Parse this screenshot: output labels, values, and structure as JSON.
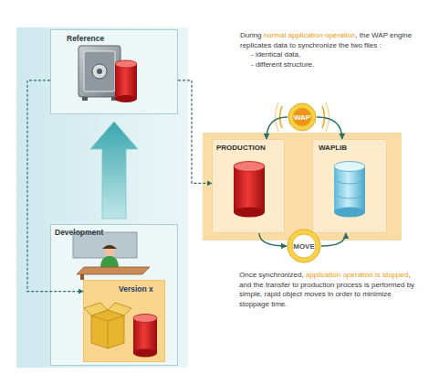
{
  "diagram": {
    "nodes": [
      {
        "text": [
          "Reference"
        ]
      },
      {
        "text": [
          "Development"
        ]
      },
      {
        "text": [
          "Version x"
        ],
        "in": 1
      },
      {
        "text": [
          "PRODUCTION"
        ]
      },
      {
        "text": [
          "WAPLIB"
        ]
      },
      {
        "text": [
          "WAP"
        ]
      },
      {
        "text": [
          "MOVE"
        ]
      }
    ],
    "edges": [
      {
        "from": 0,
        "to": 2,
        "arrow": "to"
      },
      {
        "from": 0,
        "to": 3,
        "arrow": "to"
      },
      {
        "from": 1,
        "to": 0,
        "arrow": "to"
      },
      {
        "from": 5,
        "to": 3,
        "arrow": "to"
      },
      {
        "from": 5,
        "to": 4,
        "arrow": "to"
      },
      {
        "from": 3,
        "to": 6,
        "arrow": "to"
      },
      {
        "from": 6,
        "to": 4,
        "arrow": "to"
      }
    ],
    "labels": [
      "During",
      "normal application operation",
      ", the WAP engine replicates data to synchronize the two files :",
      "- identical data,",
      "- different structure.",
      "Once synchronized,",
      "application operation is stopped",
      ", and the transfer to production process is performed by simple, rapid object moves in order to minimize stoppage time."
    ]
  }
}
